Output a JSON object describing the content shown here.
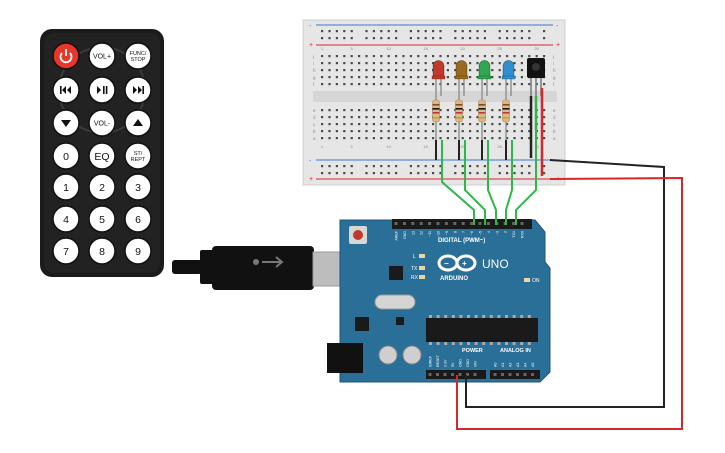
{
  "remote": {
    "buttons": [
      {
        "key": "power",
        "label": "",
        "icon": "power-icon",
        "accent": "#e8372a"
      },
      {
        "key": "vol_up",
        "label": "VOL+"
      },
      {
        "key": "func_stop",
        "label": "FUNC/ STOP"
      },
      {
        "key": "prev",
        "label": "",
        "icon": "skip-back-icon"
      },
      {
        "key": "play_pause",
        "label": "",
        "icon": "play-pause-icon"
      },
      {
        "key": "next",
        "label": "",
        "icon": "skip-forward-icon"
      },
      {
        "key": "down",
        "label": "",
        "icon": "triangle-down-icon"
      },
      {
        "key": "vol_down",
        "label": "VOL-"
      },
      {
        "key": "up",
        "label": "",
        "icon": "triangle-up-icon"
      },
      {
        "key": "zero",
        "label": "0"
      },
      {
        "key": "eq",
        "label": "EQ"
      },
      {
        "key": "st_rept",
        "label": "ST/ REPT"
      },
      {
        "key": "one",
        "label": "1"
      },
      {
        "key": "two",
        "label": "2"
      },
      {
        "key": "three",
        "label": "3"
      },
      {
        "key": "four",
        "label": "4"
      },
      {
        "key": "five",
        "label": "5"
      },
      {
        "key": "six",
        "label": "6"
      },
      {
        "key": "seven",
        "label": "7"
      },
      {
        "key": "eight",
        "label": "8"
      },
      {
        "key": "nine",
        "label": "9"
      }
    ]
  },
  "breadboard": {
    "rail_plus": "+",
    "rail_minus": "-",
    "row_letters_top": [
      "j",
      "i",
      "h",
      "g",
      "f"
    ],
    "row_letters_bottom": [
      "e",
      "d",
      "c",
      "b",
      "a"
    ],
    "column_numbers": [
      "1",
      "5",
      "10",
      "15",
      "20",
      "25",
      "30"
    ]
  },
  "leds": [
    {
      "name": "red",
      "color": "#c0392b"
    },
    {
      "name": "amber",
      "color": "#9a6b1f"
    },
    {
      "name": "green",
      "color": "#2fa84f"
    },
    {
      "name": "blue",
      "color": "#2f8fd0"
    }
  ],
  "ir_receiver": {
    "name": "IR receiver"
  },
  "arduino": {
    "brand_logo": "ARDUINO",
    "model": "UNO",
    "digital_header": "DIGITAL (PWM~)",
    "power_header": "POWER",
    "analog_header": "ANALOG IN",
    "led_labels": [
      "L",
      "TX",
      "RX"
    ],
    "on_label": "ON",
    "pin_labels_digital": [
      "AREF",
      "GND",
      "13",
      "12",
      "~11",
      "~10",
      "~9",
      "8",
      "7",
      "~6",
      "~5",
      "4",
      "~3",
      "2",
      "TX1",
      "RX0"
    ],
    "pin_labels_power": [
      "IOREF",
      "RESET",
      "3.3V",
      "5V",
      "GND",
      "GND",
      "VIN"
    ],
    "pin_labels_analog": [
      "A0",
      "A1",
      "A2",
      "A3",
      "A4",
      "A5"
    ]
  },
  "wires": {
    "signal_color": "#2fb84a",
    "power_color": "#d8262b",
    "ground_color": "#222222"
  }
}
